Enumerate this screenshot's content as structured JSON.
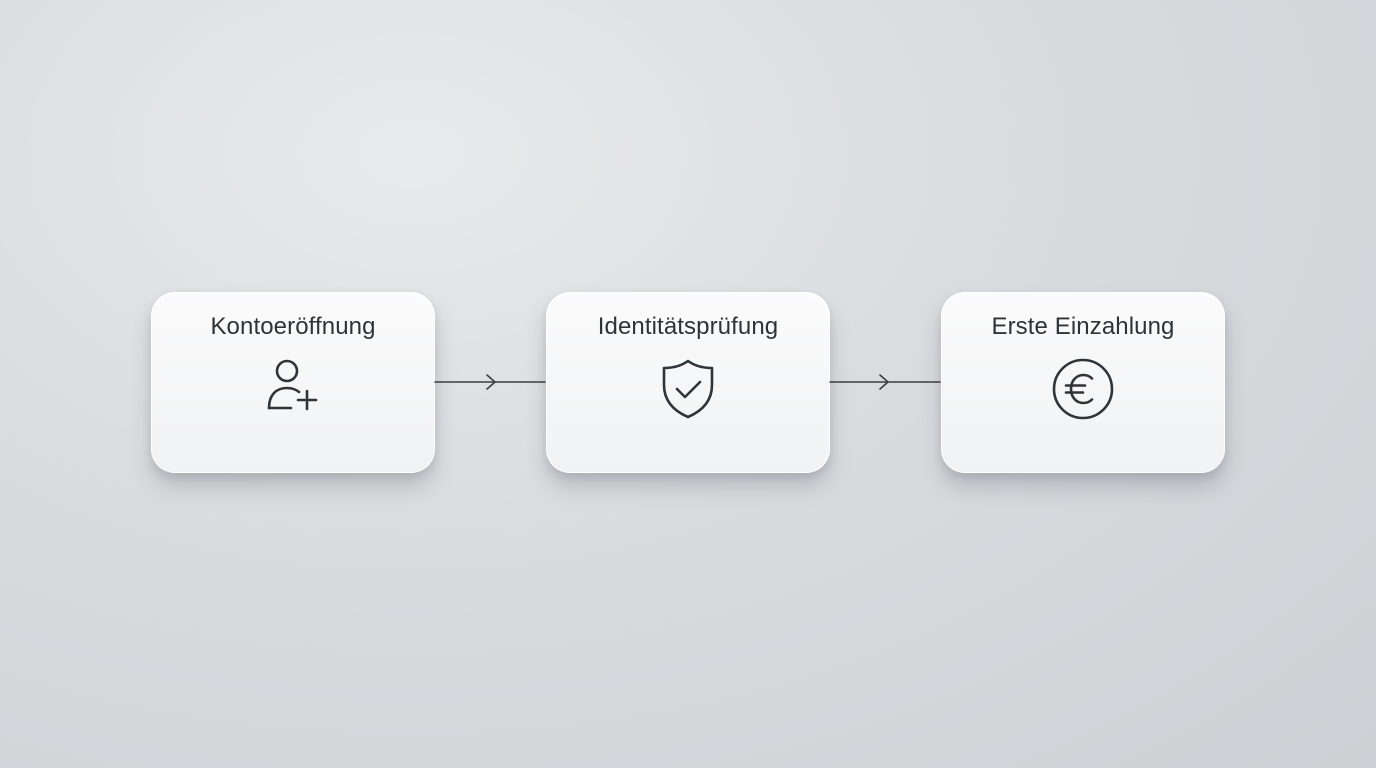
{
  "diagram": {
    "steps": [
      {
        "label": "Kontoeröffnung",
        "icon": "user-plus-icon"
      },
      {
        "label": "Identitätsprüfung",
        "icon": "shield-check-icon"
      },
      {
        "label": "Erste Einzahlung",
        "icon": "euro-coin-icon"
      }
    ],
    "colors": {
      "text": "#2e3338",
      "icon_stroke": "#2f3439",
      "connector": "#3a3f44",
      "card": "#f5f6f7",
      "background": "#d9dcdf"
    }
  }
}
